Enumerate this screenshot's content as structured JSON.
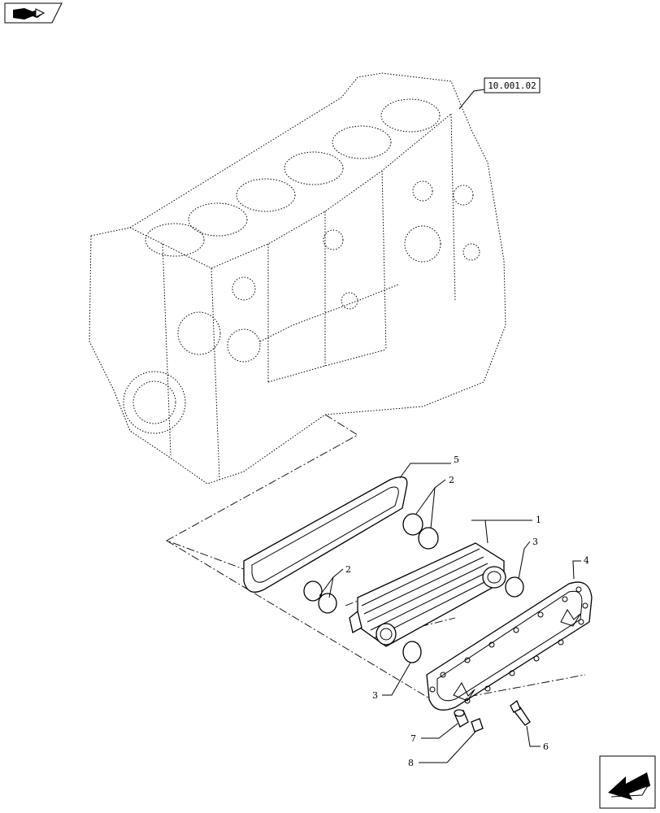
{
  "diagram": {
    "reference_label": "10.001.02",
    "callouts": [
      {
        "id": "c1",
        "text": "1"
      },
      {
        "id": "c2a",
        "text": "2"
      },
      {
        "id": "c2b",
        "text": "2"
      },
      {
        "id": "c3a",
        "text": "3"
      },
      {
        "id": "c3b",
        "text": "3"
      },
      {
        "id": "c4",
        "text": "4"
      },
      {
        "id": "c5",
        "text": "5"
      },
      {
        "id": "c6",
        "text": "6"
      },
      {
        "id": "c7",
        "text": "7"
      },
      {
        "id": "c8",
        "text": "8"
      }
    ],
    "icons": {
      "top_left": "book-arrow-icon",
      "bottom_right": "next-page-arrow-icon"
    },
    "colors": {
      "line": "#000000",
      "background": "#ffffff"
    }
  }
}
